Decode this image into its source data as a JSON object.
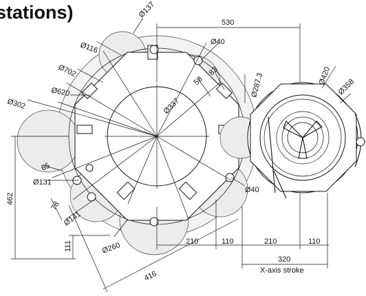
{
  "title": "stations)",
  "dims": {
    "d137": "Ø137",
    "d530": "530",
    "d116": "Ø116",
    "d40_top": "Ø40",
    "d702": "Ø702",
    "d287": "Ø287.3",
    "d420": "Ø420",
    "d358": "Ø358",
    "d58": "58",
    "d83": "83",
    "d620": "Ø620",
    "d337": "Ø337",
    "d302": "Ø302",
    "d65": "65",
    "d131": "Ø131",
    "d40_bot": "Ø40",
    "d462": "462",
    "d78": "78",
    "d141": "Ø141",
    "d111": "111",
    "d260": "Ø260",
    "d210a": "210",
    "d110a": "110",
    "d210b": "210",
    "d110b": "110",
    "d416": "416",
    "d320": "320",
    "stroke": "X-axis stroke"
  }
}
